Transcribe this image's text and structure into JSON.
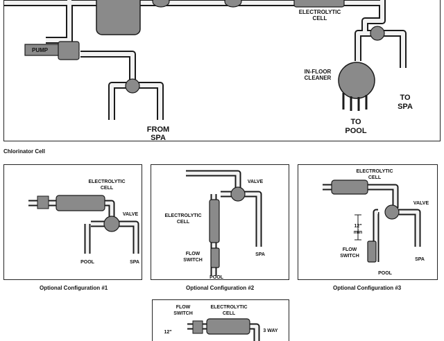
{
  "main": {
    "pump": "PUMP",
    "electrolytic": [
      "ELECTROLYTIC",
      "CELL"
    ],
    "in_floor": [
      "IN-FLOOR",
      "CLEANER"
    ],
    "from_spa": [
      "FROM",
      "SPA"
    ],
    "to_pool": [
      "TO",
      "POOL"
    ],
    "to_spa": [
      "TO",
      "SPA"
    ]
  },
  "caption_main": "Chlorinator Cell",
  "config1": {
    "electrolytic": [
      "ELECTROLYTIC",
      "CELL"
    ],
    "valve": "VALVE",
    "pool": "POOL",
    "spa": "SPA",
    "caption": "Optional Configuration #1"
  },
  "config2": {
    "valve": "VALVE",
    "electrolytic": [
      "ELECTROLYTIC",
      "CELL"
    ],
    "flow": [
      "FLOW",
      "SWITCH"
    ],
    "pool": "POOL",
    "spa": "SPA",
    "caption": "Optional Configuration #2"
  },
  "config3": {
    "electrolytic": [
      "ELECTROLYTIC",
      "CELL"
    ],
    "valve": "VALVE",
    "dist": [
      "12\"",
      "min"
    ],
    "flow": [
      "FLOW",
      "SWITCH"
    ],
    "pool": "POOL",
    "spa": "SPA",
    "caption": "Optional Configuration #3"
  },
  "config4": {
    "flow": [
      "FLOW",
      "SWITCH"
    ],
    "electrolytic": [
      "ELECTROLYTIC",
      "CELL"
    ],
    "dist": "12\"",
    "three_way": "3 WAY"
  }
}
